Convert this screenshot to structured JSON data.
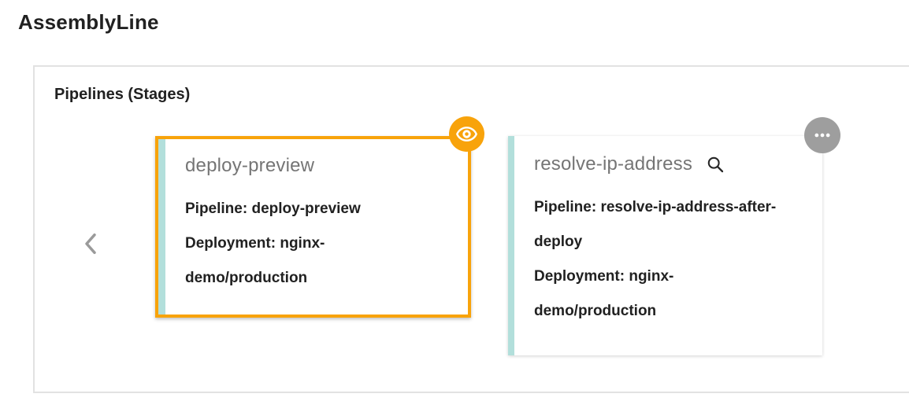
{
  "page": {
    "title": "AssemblyLine"
  },
  "panel": {
    "title": "Pipelines (Stages)"
  },
  "carousel": {
    "prev_icon": "chevron-left-icon"
  },
  "stages": [
    {
      "title": "deploy-preview",
      "pipeline_line": "Pipeline: deploy-preview",
      "deployment_line": "Deployment: nginx-demo/production",
      "selected": true,
      "badge_icon": "eye-icon"
    },
    {
      "title": "resolve-ip-address",
      "title_icon": "search-icon",
      "pipeline_line": "Pipeline: resolve-ip-address-after-deploy",
      "deployment_line": "Deployment: nginx-demo/production",
      "selected": false,
      "badge_icon": "more-options-icon"
    }
  ],
  "colors": {
    "accent_orange": "#f8a30b",
    "stage_strip_teal": "#b2dfdb",
    "badge_gray": "#9e9e9e",
    "panel_border": "#e2e2e2",
    "title_gray": "#757575",
    "text_dark": "#212121"
  }
}
